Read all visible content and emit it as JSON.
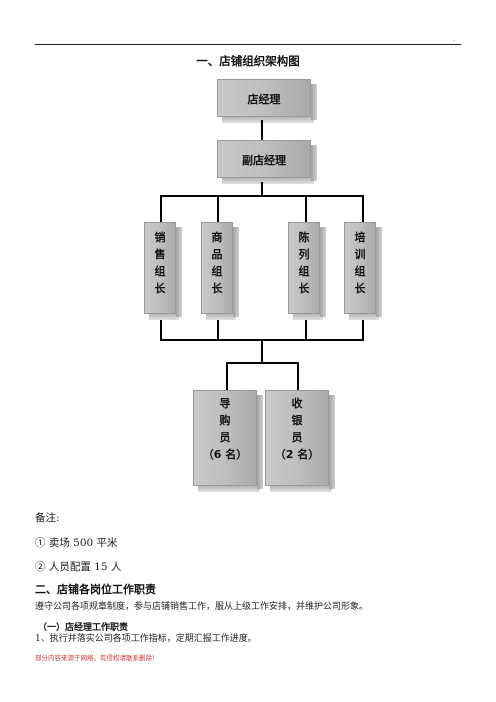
{
  "header": {
    "dot": "."
  },
  "title": "一、店铺组织架构图",
  "org": {
    "manager": "店经理",
    "deputy": "副店经理",
    "leads": [
      "销\n售\n组\n长",
      "商\n品\n组\n长",
      "陈\n列\n组\n长",
      "培\n训\n组\n长"
    ],
    "staff": [
      "导\n购\n员\n（6 名）",
      "收\n银\n员\n（2 名）"
    ]
  },
  "notes": {
    "label": "备注:",
    "item1": "① 卖场 500 平米",
    "item2": "② 人员配置 15 人"
  },
  "section2": {
    "title": "二、店铺各岗位工作职责",
    "intro": "遵守公司各项规章制度，参与店铺销售工作，服从上级工作安排，并维护公司形象。",
    "sub_title": "（一）店经理工作职责",
    "item1": "1、执行并落实公司各项工作指标，定期汇报工作进度。"
  },
  "footer": "部分内容来源于网络，有侵权请联系删除！"
}
